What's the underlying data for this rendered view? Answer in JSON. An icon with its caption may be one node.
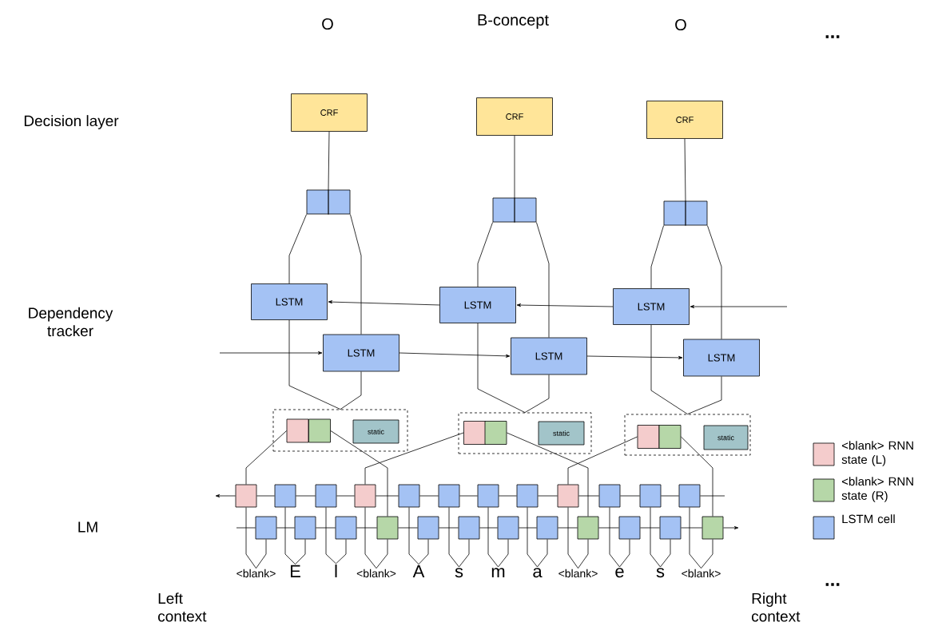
{
  "diagram": {
    "nodes": [
      {
        "text": [
          "CRF"
        ]
      },
      {
        "text": [
          "CRF"
        ]
      },
      {
        "text": [
          "CRF"
        ]
      },
      {
        "text": [],
        "shape": "box"
      },
      {
        "text": [],
        "shape": "box"
      },
      {
        "text": [],
        "shape": "box"
      },
      {
        "text": [
          "LSTM"
        ]
      },
      {
        "text": [
          "LSTM"
        ]
      },
      {
        "text": [
          "LSTM"
        ]
      },
      {
        "text": [
          "LSTM"
        ]
      },
      {
        "text": [
          "LSTM"
        ]
      },
      {
        "text": [
          "LSTM"
        ]
      },
      {
        "text": [],
        "shape": "box"
      },
      {
        "text": [],
        "shape": "box",
        "in": 12
      },
      {
        "text": [],
        "shape": "box",
        "in": 12
      },
      {
        "text": [
          "static"
        ],
        "in": 12
      },
      {
        "text": [],
        "shape": "box"
      },
      {
        "text": [],
        "shape": "box",
        "in": 16
      },
      {
        "text": [],
        "shape": "box",
        "in": 16
      },
      {
        "text": [
          "static"
        ],
        "in": 16
      },
      {
        "text": [],
        "shape": "box"
      },
      {
        "text": [],
        "shape": "box",
        "in": 20
      },
      {
        "text": [],
        "shape": "box",
        "in": 20
      },
      {
        "text": [
          "static"
        ],
        "in": 20
      },
      {
        "text": [],
        "shape": "box"
      },
      {
        "text": [],
        "shape": "box"
      },
      {
        "text": [],
        "shape": "box"
      },
      {
        "text": [],
        "shape": "box"
      },
      {
        "text": [],
        "shape": "box"
      },
      {
        "text": [],
        "shape": "box"
      },
      {
        "text": [],
        "shape": "box"
      },
      {
        "text": [],
        "shape": "box"
      },
      {
        "text": [],
        "shape": "box"
      },
      {
        "text": [],
        "shape": "box"
      },
      {
        "text": [],
        "shape": "box"
      },
      {
        "text": [],
        "shape": "box"
      },
      {
        "text": [],
        "shape": "box"
      },
      {
        "text": [],
        "shape": "box"
      },
      {
        "text": [],
        "shape": "box"
      },
      {
        "text": [],
        "shape": "box"
      },
      {
        "text": [],
        "shape": "box"
      },
      {
        "text": [],
        "shape": "box"
      },
      {
        "text": [],
        "shape": "box"
      },
      {
        "text": [],
        "shape": "box"
      },
      {
        "text": [],
        "shape": "box"
      },
      {
        "text": [],
        "shape": "box"
      },
      {
        "text": [],
        "shape": "box"
      },
      {
        "text": [],
        "shape": "box"
      },
      {
        "text": [
          "<blank>"
        ]
      },
      {
        "text": [
          "E"
        ]
      },
      {
        "text": [
          "l"
        ]
      },
      {
        "text": [
          "<blank>"
        ]
      },
      {
        "text": [
          "A"
        ]
      },
      {
        "text": [
          "s"
        ]
      },
      {
        "text": [
          "m"
        ]
      },
      {
        "text": [
          "a"
        ]
      },
      {
        "text": [
          "<blank>"
        ]
      },
      {
        "text": [
          "e"
        ]
      },
      {
        "text": [
          "s"
        ]
      },
      {
        "text": [
          "<blank>"
        ]
      }
    ],
    "edges": [
      {
        "from": 3,
        "to": 0,
        "arrow": "none"
      },
      {
        "from": 4,
        "to": 1,
        "arrow": "none"
      },
      {
        "from": 5,
        "to": 2,
        "arrow": "none"
      },
      {
        "from": 6,
        "to": 3,
        "arrow": "none"
      },
      {
        "from": 9,
        "to": 3,
        "arrow": "none"
      },
      {
        "from": 7,
        "to": 4,
        "arrow": "none"
      },
      {
        "from": 10,
        "to": 4,
        "arrow": "none"
      },
      {
        "from": 8,
        "to": 5,
        "arrow": "none"
      },
      {
        "from": 11,
        "to": 5,
        "arrow": "none"
      },
      {
        "from": 12,
        "to": 6,
        "arrow": "none"
      },
      {
        "from": 12,
        "to": 9,
        "arrow": "none"
      },
      {
        "from": 16,
        "to": 7,
        "arrow": "none"
      },
      {
        "from": 16,
        "to": 10,
        "arrow": "none"
      },
      {
        "from": 20,
        "to": 8,
        "arrow": "none"
      },
      {
        "from": 20,
        "to": 11,
        "arrow": "none"
      },
      {
        "from": null,
        "to": 8,
        "arrow": "to"
      },
      {
        "from": 8,
        "to": 7,
        "arrow": "to"
      },
      {
        "from": 7,
        "to": 6,
        "arrow": "to"
      },
      {
        "from": null,
        "to": 9,
        "arrow": "to"
      },
      {
        "from": 9,
        "to": 10,
        "arrow": "to"
      },
      {
        "from": 10,
        "to": 11,
        "arrow": "to"
      },
      {
        "from": 13,
        "to": 24,
        "arrow": "none"
      },
      {
        "from": 14,
        "to": 39,
        "arrow": "none"
      },
      {
        "from": 17,
        "to": 27,
        "arrow": "none"
      },
      {
        "from": 18,
        "to": 44,
        "arrow": "none"
      },
      {
        "from": 21,
        "to": 32,
        "arrow": "none"
      },
      {
        "from": 22,
        "to": 47,
        "arrow": "none"
      },
      {
        "from": null,
        "to": 35,
        "arrow": "none"
      },
      {
        "from": 35,
        "to": 34,
        "arrow": "none"
      },
      {
        "from": 34,
        "to": 33,
        "arrow": "none"
      },
      {
        "from": 33,
        "to": 32,
        "arrow": "none"
      },
      {
        "from": 32,
        "to": 31,
        "arrow": "none"
      },
      {
        "from": 31,
        "to": 30,
        "arrow": "none"
      },
      {
        "from": 30,
        "to": 29,
        "arrow": "none"
      },
      {
        "from": 29,
        "to": 28,
        "arrow": "none"
      },
      {
        "from": 28,
        "to": 27,
        "arrow": "none"
      },
      {
        "from": 27,
        "to": 26,
        "arrow": "none"
      },
      {
        "from": 26,
        "to": 25,
        "arrow": "none"
      },
      {
        "from": 25,
        "to": 24,
        "arrow": "none"
      },
      {
        "from": 24,
        "to": null,
        "arrow": "to"
      },
      {
        "from": null,
        "to": 36,
        "arrow": "none"
      },
      {
        "from": 36,
        "to": 37,
        "arrow": "none"
      },
      {
        "from": 37,
        "to": 38,
        "arrow": "none"
      },
      {
        "from": 38,
        "to": 39,
        "arrow": "none"
      },
      {
        "from": 39,
        "to": 40,
        "arrow": "none"
      },
      {
        "from": 40,
        "to": 41,
        "arrow": "none"
      },
      {
        "from": 41,
        "to": 42,
        "arrow": "none"
      },
      {
        "from": 42,
        "to": 43,
        "arrow": "none"
      },
      {
        "from": 43,
        "to": 44,
        "arrow": "none"
      },
      {
        "from": 44,
        "to": 45,
        "arrow": "none"
      },
      {
        "from": 45,
        "to": 46,
        "arrow": "none"
      },
      {
        "from": 46,
        "to": 47,
        "arrow": "none"
      },
      {
        "from": 47,
        "to": null,
        "arrow": "to"
      },
      {
        "from": 48,
        "to": 24,
        "arrow": "none"
      },
      {
        "from": 48,
        "to": 36,
        "arrow": "none"
      },
      {
        "from": 49,
        "to": 25,
        "arrow": "none"
      },
      {
        "from": 49,
        "to": 37,
        "arrow": "none"
      },
      {
        "from": 50,
        "to": 26,
        "arrow": "none"
      },
      {
        "from": 50,
        "to": 38,
        "arrow": "none"
      },
      {
        "from": 51,
        "to": 27,
        "arrow": "none"
      },
      {
        "from": 51,
        "to": 39,
        "arrow": "none"
      },
      {
        "from": 52,
        "to": 28,
        "arrow": "none"
      },
      {
        "from": 52,
        "to": 40,
        "arrow": "none"
      },
      {
        "from": 53,
        "to": 29,
        "arrow": "none"
      },
      {
        "from": 53,
        "to": 41,
        "arrow": "none"
      },
      {
        "from": 54,
        "to": 30,
        "arrow": "none"
      },
      {
        "from": 54,
        "to": 42,
        "arrow": "none"
      },
      {
        "from": 55,
        "to": 31,
        "arrow": "none"
      },
      {
        "from": 55,
        "to": 43,
        "arrow": "none"
      },
      {
        "from": 56,
        "to": 32,
        "arrow": "none"
      },
      {
        "from": 56,
        "to": 44,
        "arrow": "none"
      },
      {
        "from": 57,
        "to": 33,
        "arrow": "none"
      },
      {
        "from": 57,
        "to": 45,
        "arrow": "none"
      },
      {
        "from": 58,
        "to": 34,
        "arrow": "none"
      },
      {
        "from": 58,
        "to": 46,
        "arrow": "none"
      },
      {
        "from": 59,
        "to": 35,
        "arrow": "none"
      },
      {
        "from": 59,
        "to": 47,
        "arrow": "none"
      }
    ],
    "labels": [
      "O",
      "B-concept",
      "O",
      "...",
      "Decision layer",
      "Dependency tracker",
      "LM",
      "...",
      "Left context",
      "Right context"
    ],
    "legend": [
      {
        "text": "<blank> RNN state (L)",
        "color": "#f4cccc"
      },
      {
        "text": "<blank> RNN state (R)",
        "color": "#b6d7a8"
      },
      {
        "text": "LSTM cell",
        "color": "#a4c2f4"
      }
    ]
  }
}
